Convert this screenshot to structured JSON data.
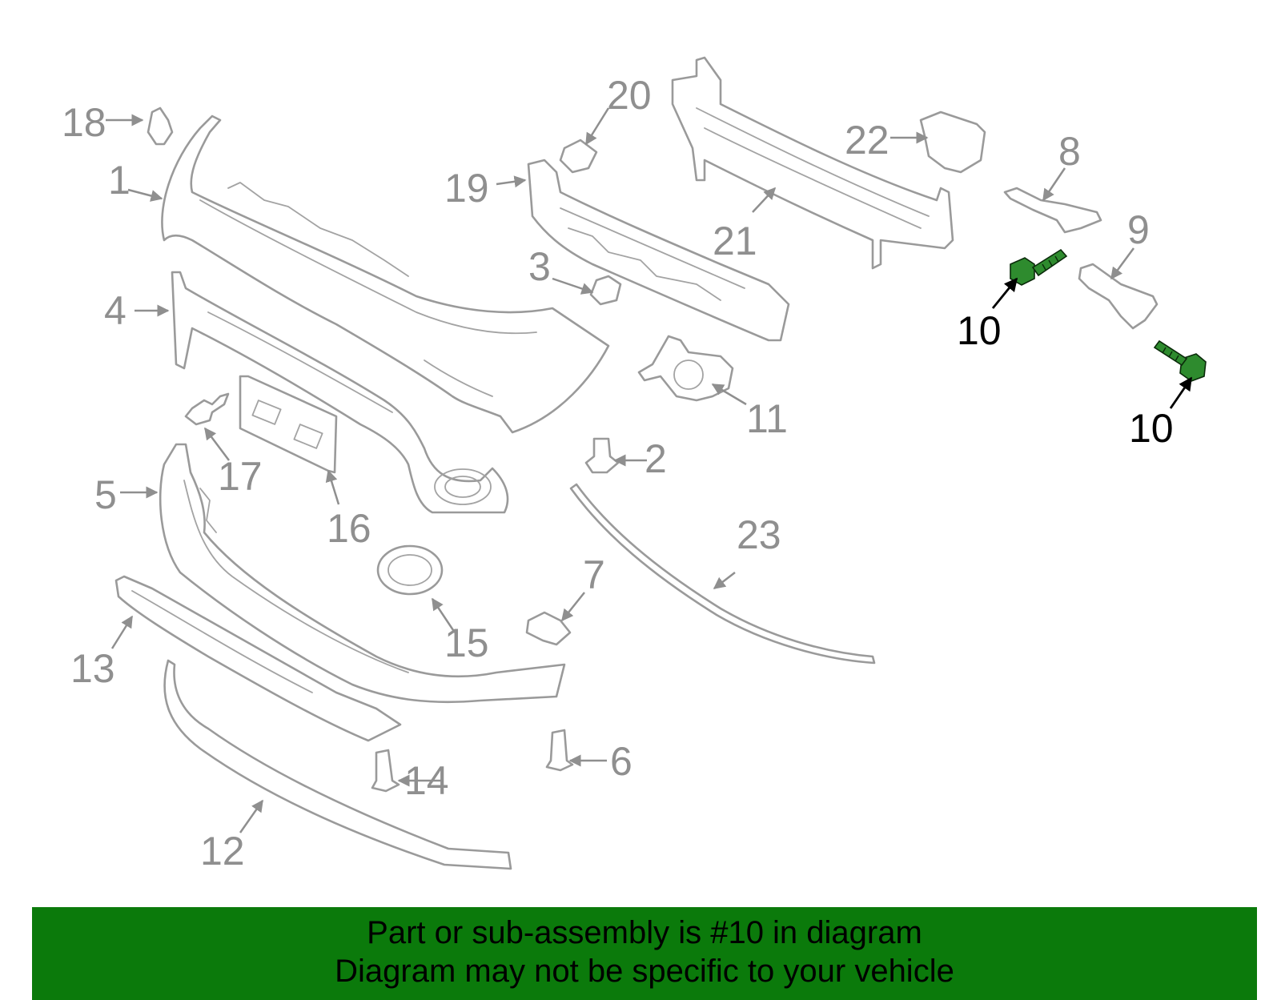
{
  "diagram": {
    "callouts": {
      "c1": "1",
      "c2": "2",
      "c3": "3",
      "c4": "4",
      "c5": "5",
      "c6": "6",
      "c7": "7",
      "c8": "8",
      "c9": "9",
      "c10a": "10",
      "c10b": "10",
      "c11": "11",
      "c12": "12",
      "c13": "13",
      "c14": "14",
      "c15": "15",
      "c16": "16",
      "c17": "17",
      "c18": "18",
      "c19": "19",
      "c20": "20",
      "c21": "21",
      "c22": "22",
      "c23": "23"
    },
    "highlighted_part": "10",
    "highlight_color": "#2e8b2e"
  },
  "banner": {
    "line1": "Part or sub-assembly is #10 in diagram",
    "line2": "Diagram may not be specific to your vehicle",
    "background": "#0b7a0b"
  }
}
